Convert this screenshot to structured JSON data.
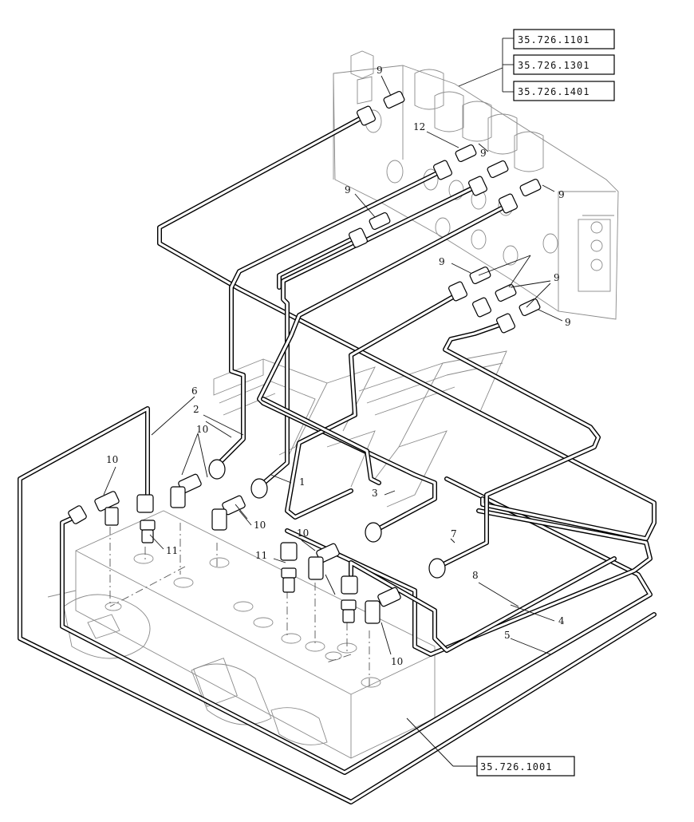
{
  "references": {
    "top_1": "35.726.1101",
    "top_2": "35.726.1301",
    "top_3": "35.726.1401",
    "bottom": "35.726.1001"
  },
  "callouts": {
    "c1": "1",
    "c2": "2",
    "c3": "3",
    "c4": "4",
    "c5": "5",
    "c6": "6",
    "c7": "7",
    "c8": "8",
    "c9a": "9",
    "c9b": "9",
    "c9c": "9",
    "c9d": "9",
    "c9e": "9",
    "c9f": "9",
    "c9g": "9",
    "c10a": "10",
    "c10b": "10",
    "c10c": "10",
    "c10d": "10",
    "c10e": "10",
    "c11a": "11",
    "c11b": "11",
    "c12": "12"
  }
}
